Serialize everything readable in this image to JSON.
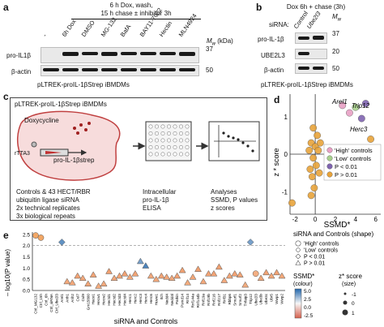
{
  "panel_a": {
    "label": "a",
    "header_1": "6 h Dox, wash,",
    "header_2": "15 h chase ± inhibitor 3h",
    "lanes": [
      "-",
      "6h Dox",
      "DMSO",
      "MG-132",
      "BafA",
      "BAY11-7082",
      "Hectin",
      "MLN4924"
    ],
    "mw_label": "M",
    "mw_sub": "w",
    "mw_unit": "(kDa)",
    "mw_37": "37",
    "mw_50": "50",
    "row1": "pro-IL1β",
    "row2": "β-actin",
    "footer": "pLTREK-proIL-1βStrep iBMDMs"
  },
  "panel_b": {
    "label": "b",
    "header": "Dox 6h + chase (3h)",
    "sirna_label": "siRNA:",
    "lanes": [
      "Control",
      "Ube2l3"
    ],
    "mw_label": "M",
    "mw_sub": "w",
    "mw_37": "37",
    "mw_20": "20",
    "mw_50": "50",
    "row1": "pro-IL-1β",
    "row2": "UBE2L3",
    "row3": "β-actin",
    "footer": "pLTREK-proIL-1βStrep iBMDMs"
  },
  "panel_c": {
    "label": "c",
    "cell_title": "pLTREK-proIL-1βStrep iBMDMs",
    "doxy": "Doxycycline",
    "rtta": "rTTA3",
    "prot": "pro-IL-1βstrep",
    "controls_1": "Controls & 43 HECT/RBR",
    "controls_2": "ubiquitin ligase siRNA",
    "controls_3": "2x technical replicates",
    "controls_4": "3x biological repeats",
    "elisa_1": "Intracellular",
    "elisa_2": "pro-IL-1β",
    "elisa_3": "ELISA",
    "analyses_1": "Analyses",
    "analyses_2": "SSMD, P values",
    "analyses_3": "z scores"
  },
  "panel_d": {
    "label": "d",
    "xlabel": "SSMD*",
    "ylabel": "z * score",
    "xticks": [
      "-2",
      "0",
      "2",
      "4",
      "6"
    ],
    "yticks": [
      "1",
      "0",
      "-1"
    ],
    "ann_arel1": "Arel1",
    "ann_trip12": "Trip12",
    "ann_herc3": "Herc3",
    "legend": [
      "'High' controls",
      "'Low' controls",
      "P < 0.01",
      "P > 0.01"
    ],
    "colors": {
      "high": "#e8a0c4",
      "low": "#a8d08d",
      "p_lt": "#7f64b0",
      "p_gt": "#e8a33a"
    }
  },
  "panel_e": {
    "label": "e",
    "ylabel": "– log10(P value)",
    "xlabel": "siRNA and Controls",
    "yticks": [
      "2.5",
      "2.0",
      "1.5",
      "1.0",
      "0.5",
      "0.0"
    ],
    "legend_title": "siRNA and Controls (shape)",
    "legend_shapes": [
      "'High' controls",
      "'Low' controls",
      "P < 0.01",
      "P > 0.01"
    ],
    "ssmd_title": "SSMD*",
    "ssmd_sub": "(colour)",
    "ssmd_ticks": [
      "5.0",
      "2.5",
      "0.0",
      "-2.5"
    ],
    "z_title": "z* score",
    "z_sub": "(size)",
    "z_ticks": [
      "-1",
      "0",
      "1"
    ],
    "categories": [
      "Ctrl_MG132",
      "Ctrl_15h",
      "Ctrl_6h",
      "Ctrl_siRNA",
      "Ctrl_Ube2l3",
      "Arel1",
      "Arih1",
      "Arih2",
      "Cul7",
      "Cul9",
      "Gm15800",
      "Hace1",
      "Hecw1",
      "Hecw2",
      "Hectd1",
      "Hectd2",
      "Hectd3",
      "Hectd4",
      "Herc1",
      "Herc2",
      "Herc3",
      "Herc4",
      "Herc6",
      "Huwe1",
      "Itch",
      "Nedd4",
      "Nedd4l",
      "Parkin",
      "Psmd14",
      "Rnf14",
      "Rnf144a",
      "Rnf144b",
      "Rnf19a",
      "Rnf19b",
      "Rnf216",
      "Rnf217",
      "Rnf31",
      "Rbbp6",
      "Smurf1",
      "Smurf2",
      "Tnfaip3",
      "Trip12",
      "Ube2l3",
      "Ube3b",
      "Ube3c",
      "Ubr5",
      "Wwp1",
      "Wwp2"
    ],
    "points": [
      {
        "c": 0,
        "v": 2.45,
        "shape": "circle",
        "ssmd": -2.0
      },
      {
        "c": 1,
        "v": 2.35,
        "shape": "circle",
        "ssmd": -1.5
      },
      {
        "c": 5,
        "v": 2.15,
        "shape": "diamond",
        "ssmd": 3.5
      },
      {
        "c": 6,
        "v": 0.4,
        "shape": "triangle",
        "ssmd": -1.0
      },
      {
        "c": 7,
        "v": 0.35,
        "shape": "triangle",
        "ssmd": -1.2
      },
      {
        "c": 8,
        "v": 0.65,
        "shape": "triangle",
        "ssmd": -1.5
      },
      {
        "c": 9,
        "v": 0.55,
        "shape": "triangle",
        "ssmd": -1.0
      },
      {
        "c": 10,
        "v": 0.3,
        "shape": "triangle",
        "ssmd": -1.3
      },
      {
        "c": 11,
        "v": 0.7,
        "shape": "triangle",
        "ssmd": -1.4
      },
      {
        "c": 12,
        "v": 0.2,
        "shape": "triangle",
        "ssmd": -0.8
      },
      {
        "c": 13,
        "v": 0.3,
        "shape": "triangle",
        "ssmd": -1.0
      },
      {
        "c": 14,
        "v": 0.85,
        "shape": "triangle",
        "ssmd": -1.8
      },
      {
        "c": 15,
        "v": 0.55,
        "shape": "triangle",
        "ssmd": -1.1
      },
      {
        "c": 16,
        "v": 0.65,
        "shape": "triangle",
        "ssmd": -1.3
      },
      {
        "c": 17,
        "v": 0.75,
        "shape": "triangle",
        "ssmd": -1.6
      },
      {
        "c": 18,
        "v": 0.6,
        "shape": "triangle",
        "ssmd": -1.2
      },
      {
        "c": 19,
        "v": 0.75,
        "shape": "triangle",
        "ssmd": -1.4
      },
      {
        "c": 20,
        "v": 1.3,
        "shape": "triangle",
        "ssmd": 3.0
      },
      {
        "c": 21,
        "v": 1.1,
        "shape": "triangle",
        "ssmd": 4.0
      },
      {
        "c": 22,
        "v": 0.65,
        "shape": "triangle",
        "ssmd": -1.0
      },
      {
        "c": 23,
        "v": 0.5,
        "shape": "triangle",
        "ssmd": -1.2
      },
      {
        "c": 24,
        "v": 0.65,
        "shape": "triangle",
        "ssmd": -1.4
      },
      {
        "c": 25,
        "v": 0.6,
        "shape": "triangle",
        "ssmd": -1.1
      },
      {
        "c": 26,
        "v": 0.55,
        "shape": "triangle",
        "ssmd": -1.0
      },
      {
        "c": 27,
        "v": 0.65,
        "shape": "triangle",
        "ssmd": -1.5
      },
      {
        "c": 28,
        "v": 0.9,
        "shape": "triangle",
        "ssmd": -1.7
      },
      {
        "c": 29,
        "v": 0.35,
        "shape": "triangle",
        "ssmd": -0.9
      },
      {
        "c": 30,
        "v": 0.6,
        "shape": "triangle",
        "ssmd": -1.3
      },
      {
        "c": 31,
        "v": 0.95,
        "shape": "triangle",
        "ssmd": -1.8
      },
      {
        "c": 32,
        "v": 0.4,
        "shape": "triangle",
        "ssmd": -1.0
      },
      {
        "c": 33,
        "v": 0.75,
        "shape": "triangle",
        "ssmd": -1.4
      },
      {
        "c": 34,
        "v": 0.75,
        "shape": "triangle",
        "ssmd": -1.5
      },
      {
        "c": 35,
        "v": 1.05,
        "shape": "triangle",
        "ssmd": -1.8
      },
      {
        "c": 36,
        "v": 0.45,
        "shape": "triangle",
        "ssmd": -1.0
      },
      {
        "c": 37,
        "v": 0.65,
        "shape": "triangle",
        "ssmd": -1.2
      },
      {
        "c": 38,
        "v": 0.75,
        "shape": "triangle",
        "ssmd": -1.5
      },
      {
        "c": 39,
        "v": 0.7,
        "shape": "triangle",
        "ssmd": -1.4
      },
      {
        "c": 40,
        "v": 0.25,
        "shape": "triangle",
        "ssmd": -0.8
      },
      {
        "c": 41,
        "v": 2.15,
        "shape": "diamond",
        "ssmd": 3.0
      },
      {
        "c": 42,
        "v": 0.75,
        "shape": "circle",
        "ssmd": -0.5
      },
      {
        "c": 43,
        "v": 0.55,
        "shape": "triangle",
        "ssmd": -1.2
      },
      {
        "c": 44,
        "v": 0.8,
        "shape": "triangle",
        "ssmd": -1.4
      },
      {
        "c": 45,
        "v": 0.65,
        "shape": "triangle",
        "ssmd": -1.2
      },
      {
        "c": 46,
        "v": 0.8,
        "shape": "triangle",
        "ssmd": -1.5
      },
      {
        "c": 47,
        "v": 0.65,
        "shape": "triangle",
        "ssmd": -1.1
      }
    ]
  },
  "chart_data": [
    {
      "type": "scatter",
      "xlabel": "SSMD*",
      "ylabel": "z * score",
      "xlim": [
        -2.5,
        6.5
      ],
      "ylim": [
        -1.6,
        1.6
      ],
      "series": [
        {
          "name": "'High' controls",
          "points": [
            [
              2.7,
              1.3
            ],
            [
              3.4,
              1.1
            ]
          ]
        },
        {
          "name": "'Low' controls",
          "points": [
            [
              4.0,
              1.25
            ]
          ]
        },
        {
          "name": "P < 0.01",
          "points": [
            [
              4.6,
              0.95
            ],
            [
              5.0,
              1.35
            ]
          ]
        },
        {
          "name": "P > 0.01",
          "points": [
            [
              -2.3,
              -1.3
            ],
            [
              -0.4,
              0.3
            ],
            [
              -0.2,
              -0.1
            ],
            [
              0,
              0.2
            ],
            [
              0.1,
              -0.3
            ],
            [
              -0.3,
              -0.6
            ],
            [
              -0.5,
              -0.4
            ],
            [
              0.2,
              0.5
            ],
            [
              -0.1,
              -0.9
            ],
            [
              0.3,
              0.1
            ],
            [
              -0.6,
              0.1
            ],
            [
              -0.2,
              0.7
            ],
            [
              0.4,
              -0.5
            ],
            [
              -0.4,
              -1.1
            ],
            [
              0.5,
              0.3
            ],
            [
              5.5,
              0.4
            ]
          ]
        }
      ]
    },
    {
      "type": "scatter",
      "xlabel": "siRNA and Controls",
      "ylabel": "– log10(P value)",
      "ylim": [
        0,
        2.6
      ]
    }
  ]
}
